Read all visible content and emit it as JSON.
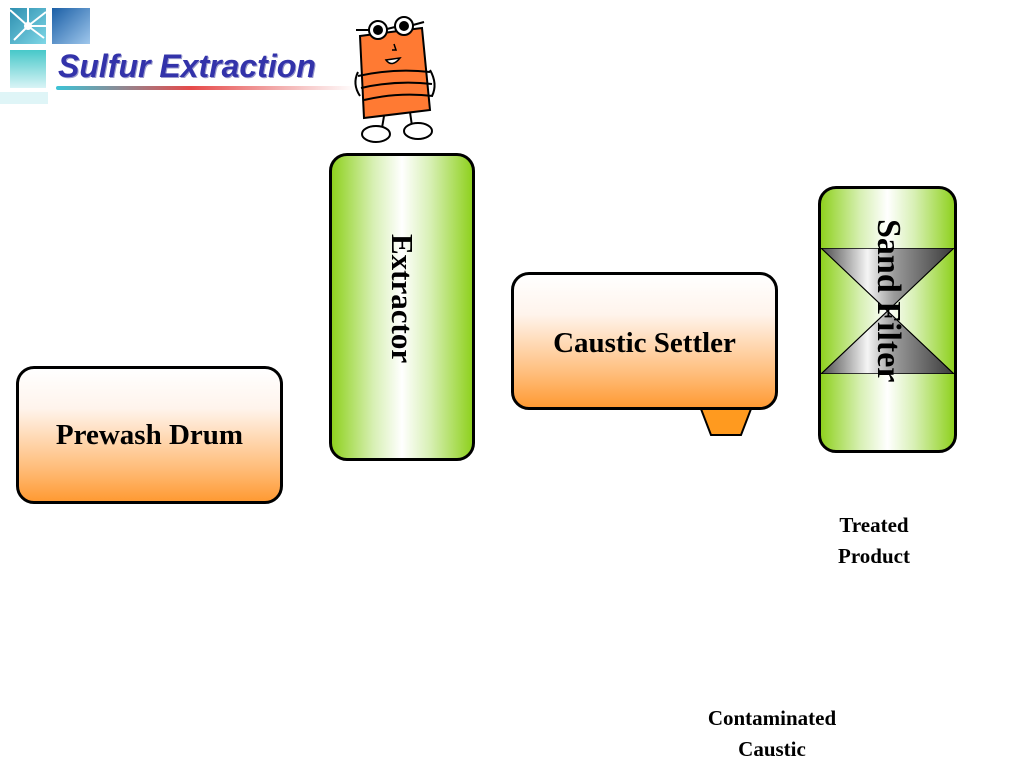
{
  "slide": {
    "title": "Sulfur Extraction"
  },
  "equipment": {
    "prewash_drum": "Prewash Drum",
    "extractor": "Extractor",
    "caustic_settler": "Caustic Settler",
    "sand_filter": "Sand Filter"
  },
  "streams": {
    "treated_line1": "Treated",
    "treated_line2": "Product",
    "contaminated_line1": "Contaminated",
    "contaminated_line2": "Caustic"
  },
  "colors": {
    "title": "#3333aa",
    "vessel_orange": "#ff9a33",
    "vessel_green": "#8fd11f",
    "mascot_orange": "#ff7a33"
  },
  "icons": {
    "logo": "company-logo-icon",
    "mascot": "mascot-character-icon"
  }
}
